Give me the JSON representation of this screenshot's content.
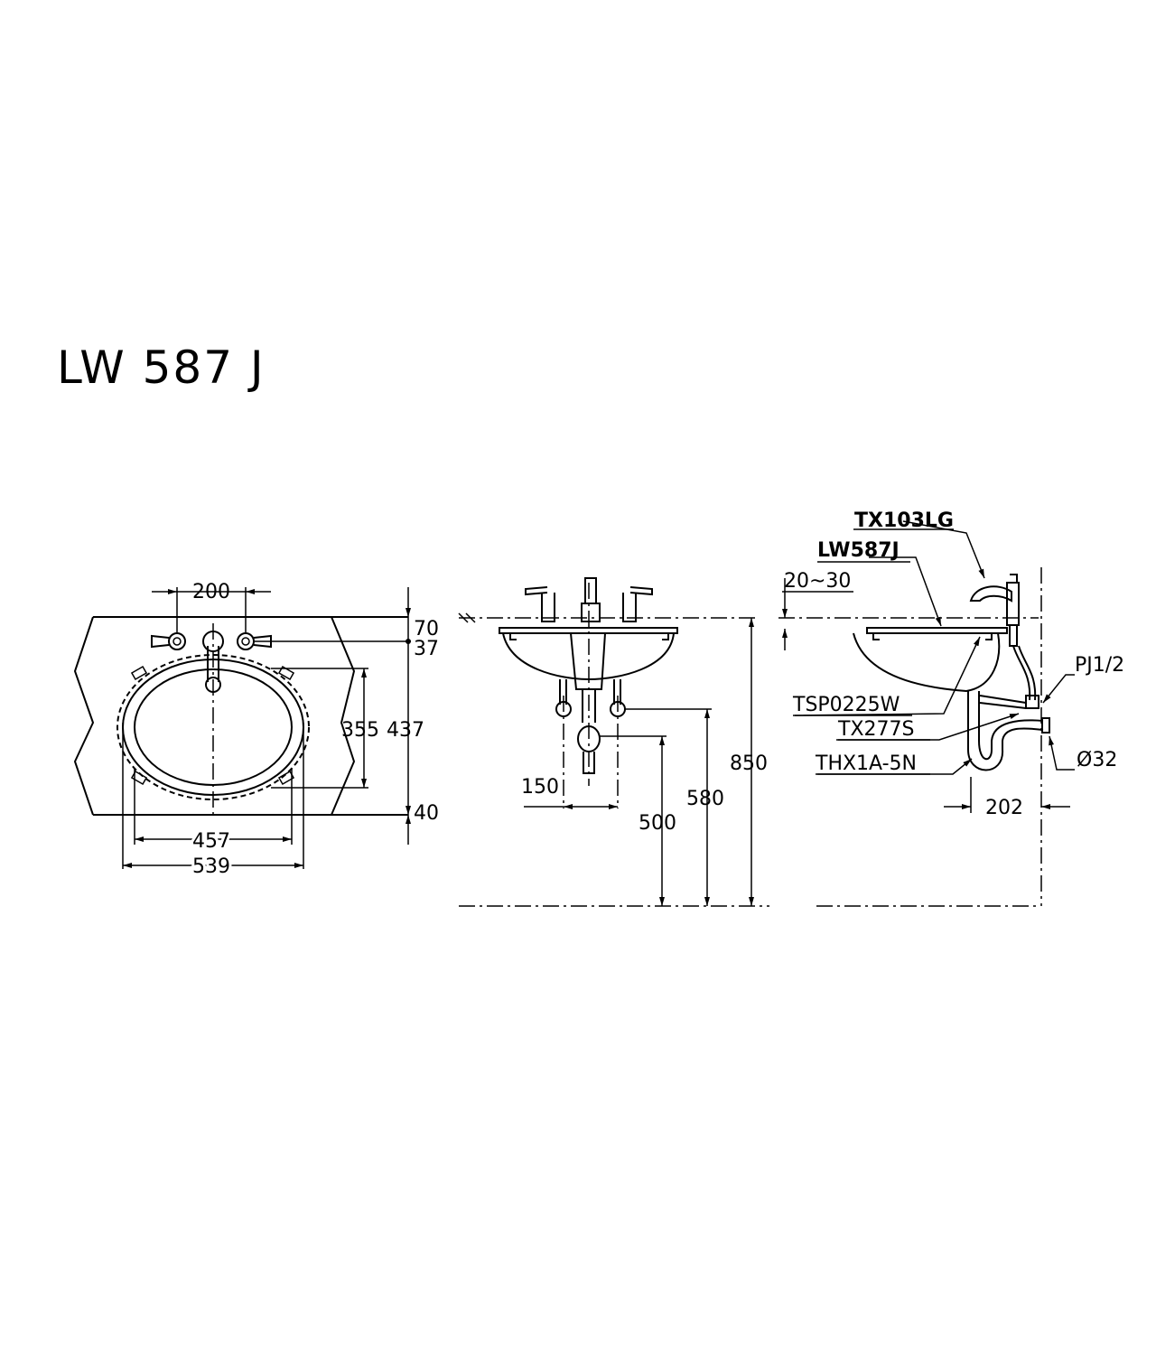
{
  "title": "LW 587 J",
  "plan_view": {
    "dims": {
      "faucet_spacing": "200",
      "deck_edge": "70",
      "faucet_offset": "37",
      "bowl_length": "355",
      "overall_depth": "437",
      "front_edge": "40",
      "bowl_width": "457",
      "overall_width": "539"
    }
  },
  "front_view": {
    "dims": {
      "supply_spacing": "150",
      "supply_height": "580",
      "drain_height": "500",
      "counter_height": "850"
    }
  },
  "side_view": {
    "parts": {
      "faucet": "TX103LG",
      "lavatory": "LW587J",
      "drain": "TSP0225W",
      "angle_valve": "TX277S",
      "trap": "THX1A-5N"
    },
    "dims": {
      "counter_thickness": "20~30",
      "supply_thread": "PJ1/2",
      "waste_diameter": "Ø32",
      "trap_offset": "202"
    }
  }
}
